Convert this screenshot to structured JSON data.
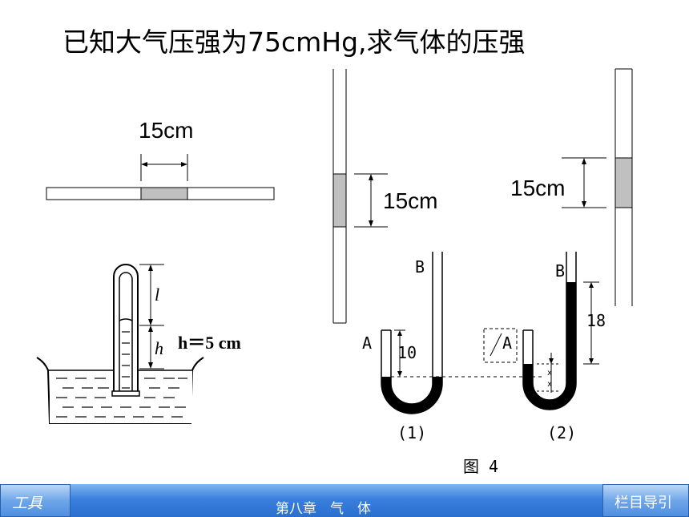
{
  "slide": {
    "title": "已知大气压强为75cmHg,求气体的压强"
  },
  "figures": {
    "horizontal_tube_label": "15cm",
    "vertical_tube_open_top_label": "15cm",
    "vertical_tube_open_bottom_label": "15cm",
    "inverted_tube": {
      "l_label": "l",
      "h_label": "h",
      "h_value_label": "h＝5 cm"
    },
    "u_tubes": {
      "label_a1": "A",
      "label_b1": "B",
      "value_10": "10",
      "label_a2": "A",
      "label_b2": "B",
      "value_18": "18",
      "caption_1": "(1)",
      "caption_2": "(2)",
      "figure_caption": "图 4"
    }
  },
  "footer": {
    "left_button": "工具",
    "center_text": "第八章　气　体",
    "right_button": "栏目导引"
  }
}
